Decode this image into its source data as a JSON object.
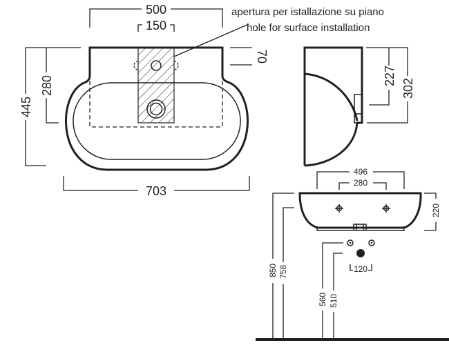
{
  "annotation": {
    "line1": "apertura per istallazione su piano",
    "line2": "hole for surface installation"
  },
  "top_view": {
    "width_rear": "500",
    "hole_width": "150",
    "depth_total": "445",
    "depth_bowl": "280",
    "width_total": "703",
    "deck_depth": "70"
  },
  "side_view": {
    "height_227": "227",
    "height_302": "302"
  },
  "front_view": {
    "width_496": "496",
    "tap_spacing": "280",
    "basin_height": "220",
    "height_850": "850",
    "height_758": "758",
    "supply_height": "560",
    "waste_height": "510",
    "supply_spacing": "120"
  }
}
